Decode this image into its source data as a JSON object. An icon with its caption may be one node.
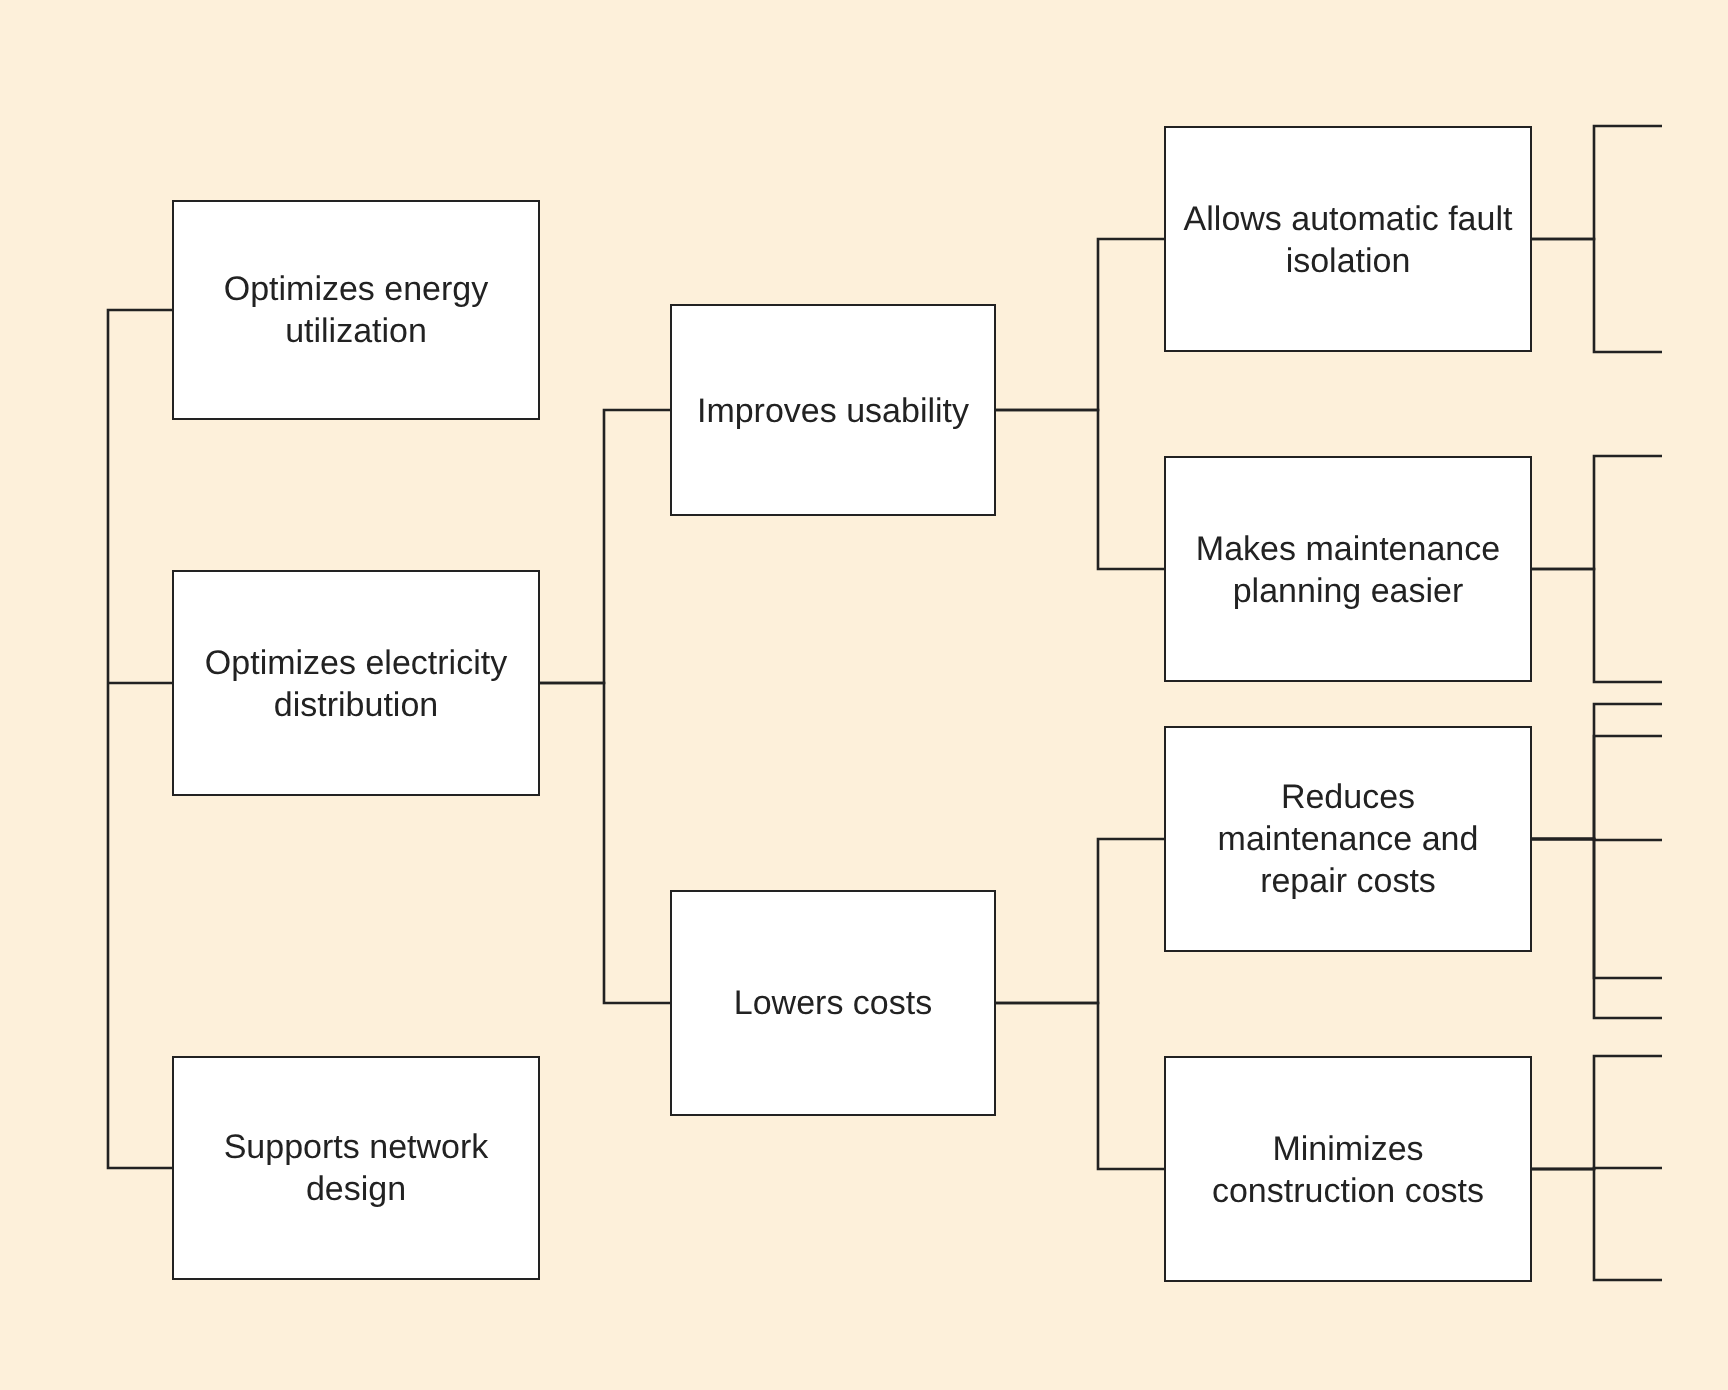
{
  "diagram": {
    "nodes": [
      {
        "text": [
          "Optimizes energy utilization"
        ]
      },
      {
        "text": [
          "Optimizes electricity distribution"
        ]
      },
      {
        "text": [
          "Supports network design"
        ]
      },
      {
        "text": [
          "Improves usability"
        ]
      },
      {
        "text": [
          "Lowers costs"
        ]
      },
      {
        "text": [
          "Allows automatic fault isolation"
        ]
      },
      {
        "text": [
          "Makes maintenance planning easier"
        ]
      },
      {
        "text": [
          "Reduces maintenance and repair costs"
        ]
      },
      {
        "text": [
          "Minimizes construction costs"
        ]
      }
    ],
    "edges": [
      {
        "from": null,
        "to": 0,
        "arrow": "none"
      },
      {
        "from": null,
        "to": 1,
        "arrow": "none"
      },
      {
        "from": null,
        "to": 2,
        "arrow": "none"
      },
      {
        "from": 1,
        "to": 3,
        "arrow": "none"
      },
      {
        "from": 1,
        "to": 4,
        "arrow": "none"
      },
      {
        "from": 3,
        "to": 5,
        "arrow": "none"
      },
      {
        "from": 3,
        "to": 6,
        "arrow": "none"
      },
      {
        "from": 4,
        "to": 7,
        "arrow": "none"
      },
      {
        "from": 4,
        "to": 8,
        "arrow": "none"
      },
      {
        "from": 5,
        "to": null,
        "arrow": "none"
      },
      {
        "from": 5,
        "to": null,
        "arrow": "none"
      },
      {
        "from": 6,
        "to": null,
        "arrow": "none"
      },
      {
        "from": 6,
        "to": null,
        "arrow": "none"
      },
      {
        "from": 7,
        "to": null,
        "arrow": "none"
      },
      {
        "from": 7,
        "to": null,
        "arrow": "none"
      },
      {
        "from": 7,
        "to": null,
        "arrow": "none"
      },
      {
        "from": 7,
        "to": null,
        "arrow": "none"
      },
      {
        "from": 7,
        "to": null,
        "arrow": "none"
      },
      {
        "from": 8,
        "to": null,
        "arrow": "none"
      },
      {
        "from": 8,
        "to": null,
        "arrow": "none"
      },
      {
        "from": 8,
        "to": null,
        "arrow": "none"
      }
    ]
  }
}
